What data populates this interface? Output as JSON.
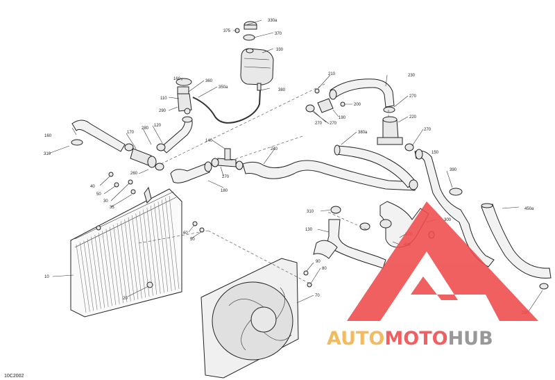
{
  "diagram_code": "10C2002",
  "labels": [
    {
      "id": "p330a",
      "text": "330a"
    },
    {
      "id": "p375",
      "text": "375"
    },
    {
      "id": "p370",
      "text": "370"
    },
    {
      "id": "p330",
      "text": "330"
    },
    {
      "id": "p160",
      "text": "160"
    },
    {
      "id": "p360",
      "text": "360"
    },
    {
      "id": "p350a",
      "text": "350a"
    },
    {
      "id": "p380",
      "text": "380"
    },
    {
      "id": "p110",
      "text": "110"
    },
    {
      "id": "p290",
      "text": "290"
    },
    {
      "id": "p210",
      "text": "210"
    },
    {
      "id": "p230",
      "text": "230"
    },
    {
      "id": "p270a",
      "text": "270"
    },
    {
      "id": "p200",
      "text": "200"
    },
    {
      "id": "p190",
      "text": "190"
    },
    {
      "id": "p220",
      "text": "220"
    },
    {
      "id": "p270b",
      "text": "270"
    },
    {
      "id": "p270c",
      "text": "270"
    },
    {
      "id": "p270d",
      "text": "270"
    },
    {
      "id": "p150",
      "text": "150"
    },
    {
      "id": "p380a",
      "text": "380a"
    },
    {
      "id": "p160b",
      "text": "160"
    },
    {
      "id": "p170",
      "text": "170"
    },
    {
      "id": "p280",
      "text": "280"
    },
    {
      "id": "p120",
      "text": "120"
    },
    {
      "id": "p310a",
      "text": "310"
    },
    {
      "id": "p140",
      "text": "140"
    },
    {
      "id": "p240",
      "text": "240"
    },
    {
      "id": "p270e",
      "text": "270"
    },
    {
      "id": "p260",
      "text": "260"
    },
    {
      "id": "p180",
      "text": "180"
    },
    {
      "id": "p390",
      "text": "390"
    },
    {
      "id": "p40",
      "text": "40"
    },
    {
      "id": "p50a",
      "text": "50"
    },
    {
      "id": "p30",
      "text": "30"
    },
    {
      "id": "p35",
      "text": "35"
    },
    {
      "id": "p310b",
      "text": "310"
    },
    {
      "id": "p130",
      "text": "130"
    },
    {
      "id": "p270f",
      "text": "270"
    },
    {
      "id": "p300",
      "text": "300"
    },
    {
      "id": "p450a",
      "text": "450a"
    },
    {
      "id": "p60",
      "text": "60"
    },
    {
      "id": "p50b",
      "text": "50"
    },
    {
      "id": "p420",
      "text": "420"
    },
    {
      "id": "p90",
      "text": "90"
    },
    {
      "id": "p80",
      "text": "80"
    },
    {
      "id": "p10",
      "text": "10"
    },
    {
      "id": "p20",
      "text": "20"
    },
    {
      "id": "p70",
      "text": "70"
    },
    {
      "id": "p290b",
      "text": "290"
    }
  ],
  "watermark": {
    "part1": "AUTO",
    "part2": "MOTO",
    "part3": "HUB",
    "colors": {
      "part1": "#f2b24a",
      "part2": "#ef4b4b",
      "part3": "#8a8a8a",
      "triangle": "#ef4b4b"
    }
  }
}
